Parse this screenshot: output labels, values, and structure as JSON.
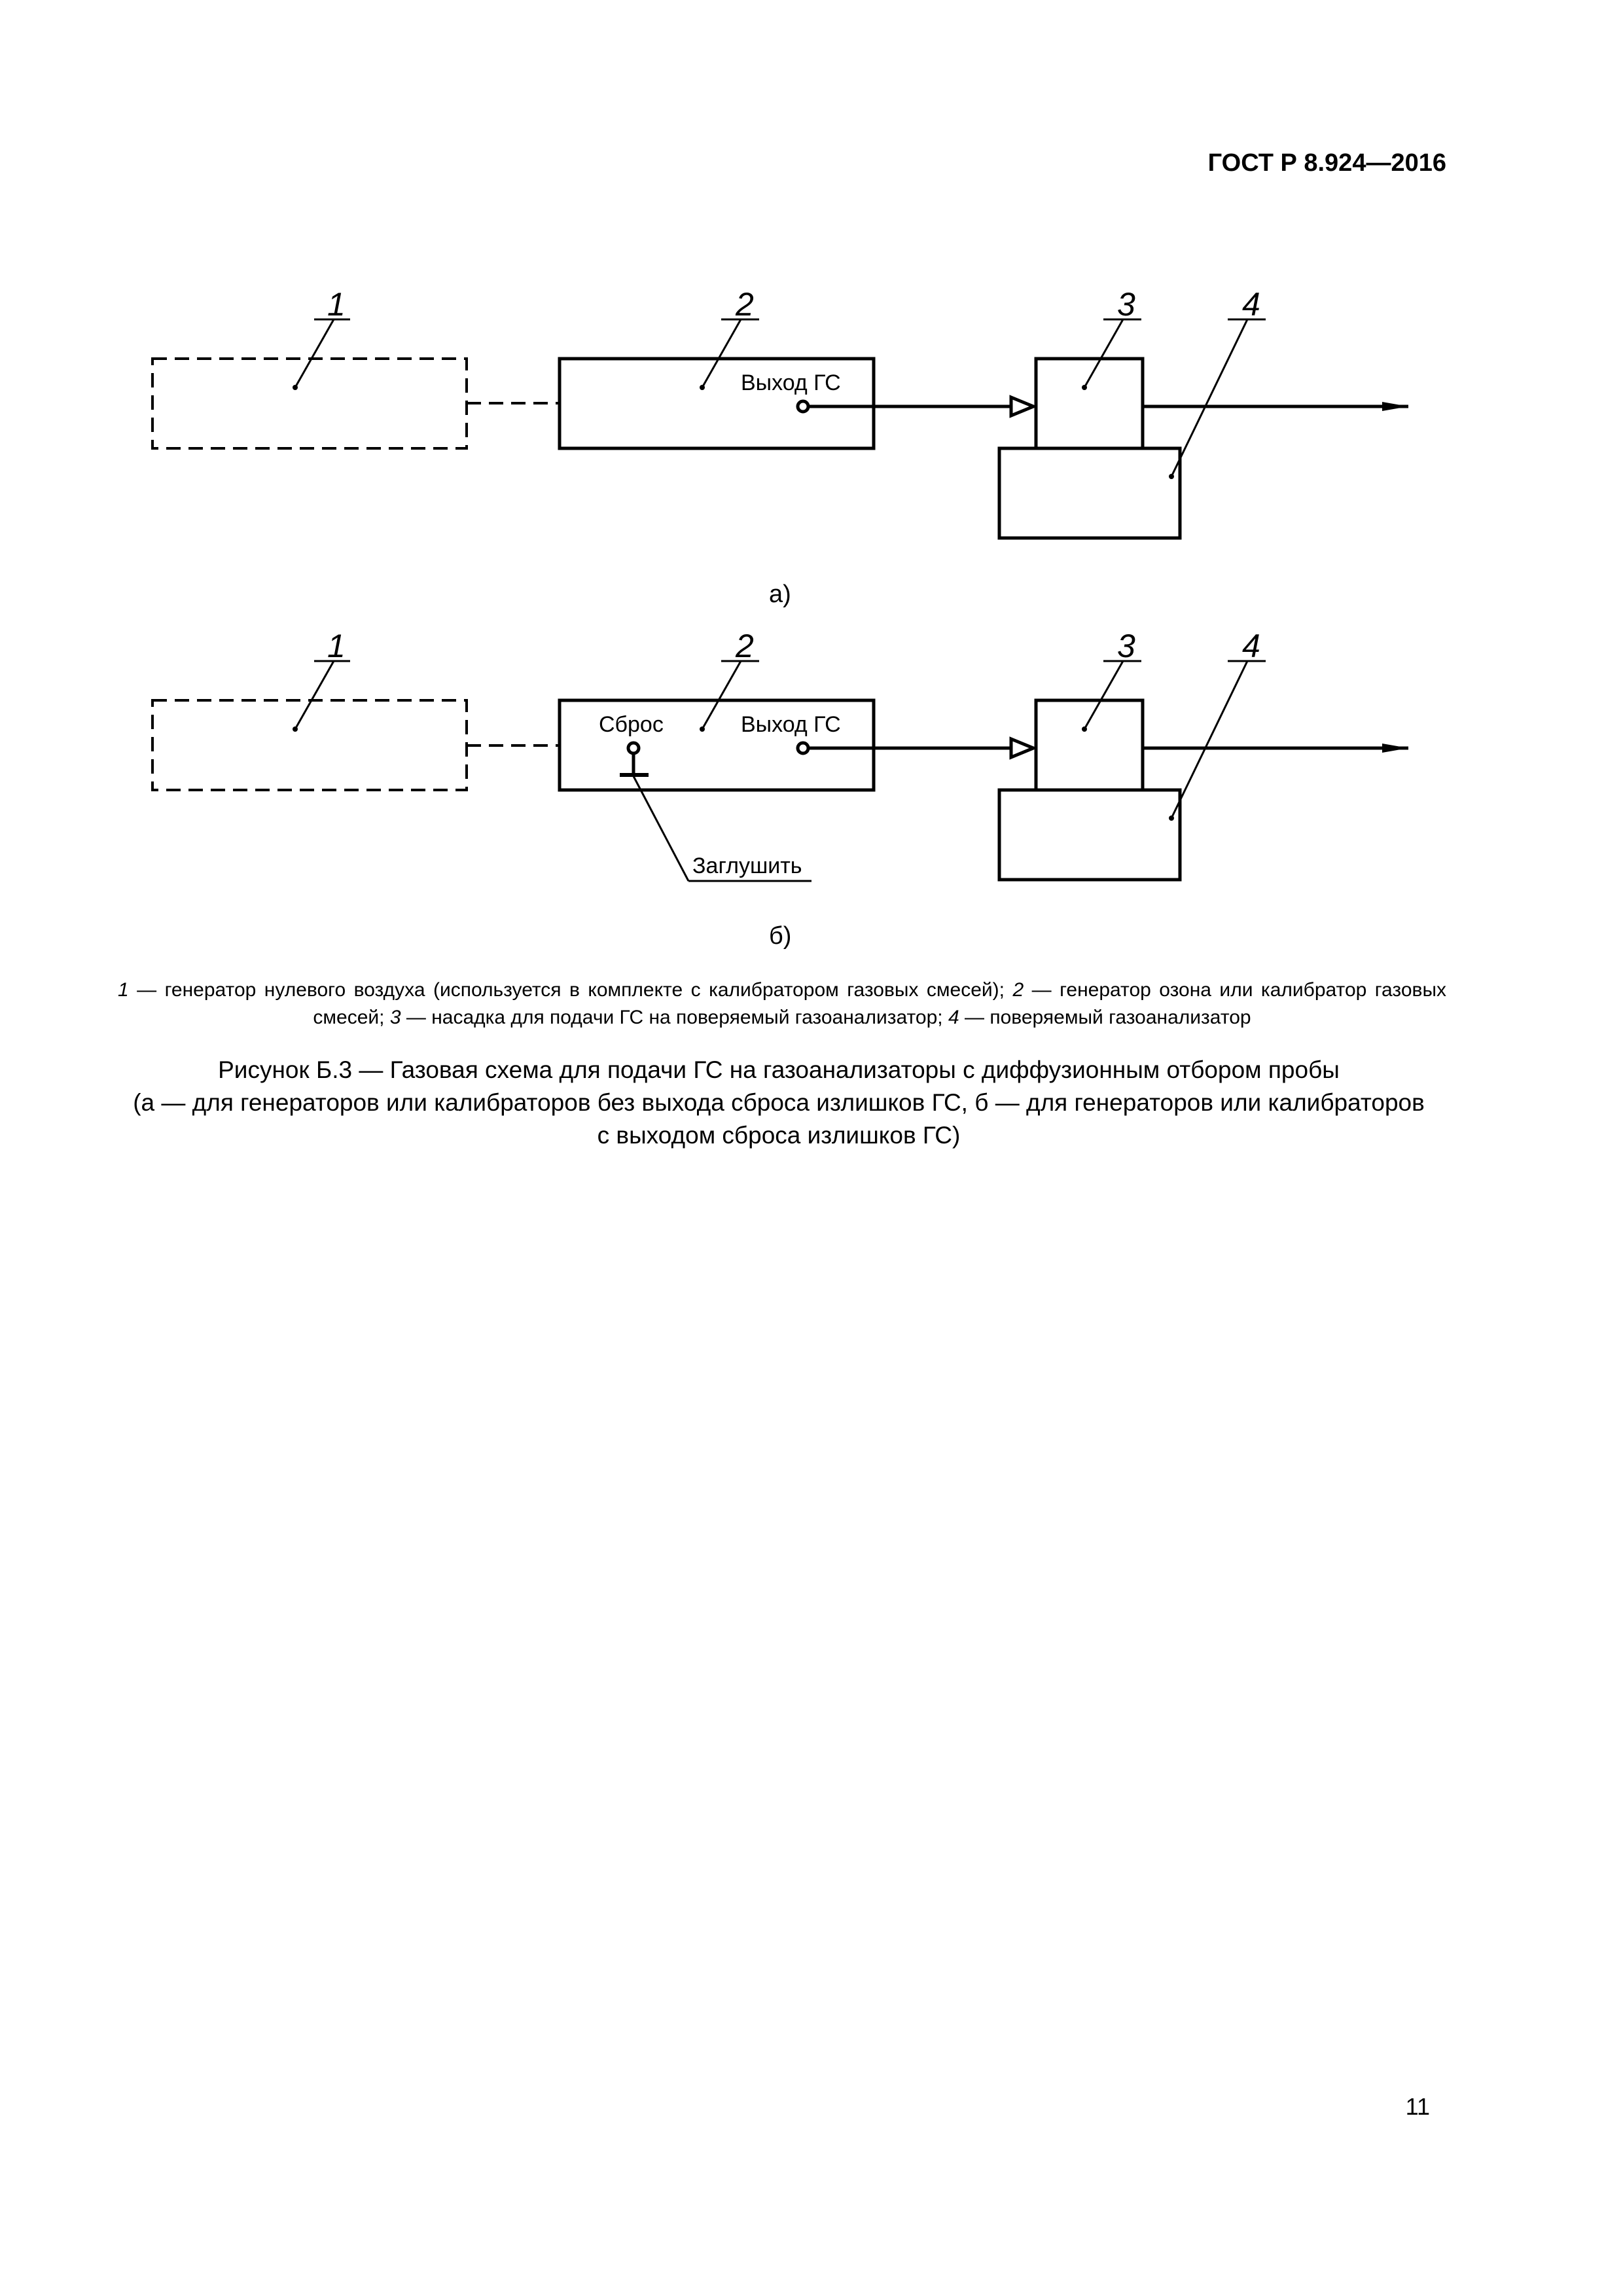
{
  "header": {
    "doc_id": "ГОСТ Р 8.924—2016"
  },
  "diagram_a": {
    "callouts": [
      "1",
      "2",
      "3",
      "4"
    ],
    "outlet_label": "Выход ГС",
    "sublabel": "а)"
  },
  "diagram_b": {
    "callouts": [
      "1",
      "2",
      "3",
      "4"
    ],
    "outlet_label": "Выход ГС",
    "reset_label": "Сброс",
    "plug_label": "Заглушить",
    "sublabel": "б)"
  },
  "legend": {
    "items": [
      {
        "num": "1",
        "text": "генератор нулевого воздуха (используется в комплекте с калибратором газовых смесей);"
      },
      {
        "num": "2",
        "text": "генератор озона или калибратор газовых смесей;"
      },
      {
        "num": "3",
        "text": "насадка для подачи ГС на поверяемый газоанализатор;"
      },
      {
        "num": "4",
        "text": "поверяемый газоанализатор"
      }
    ]
  },
  "caption": {
    "line1": "Рисунок Б.3 — Газовая схема для подачи ГС на газоанализаторы с диффузионным отбором пробы",
    "line2": "(а — для генераторов или калибраторов без выхода сброса излишков ГС, б — для генераторов или калибраторов",
    "line3": "с выходом сброса излишков ГС)"
  },
  "page_number": "11"
}
